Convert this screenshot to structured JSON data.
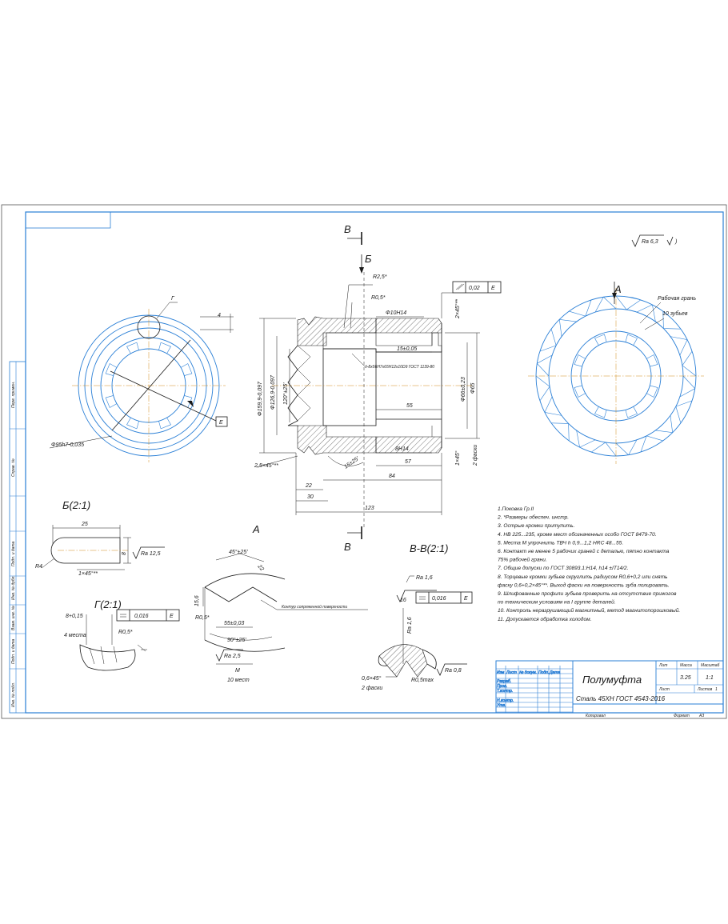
{
  "title_block": {
    "part_name": "Полумуфта",
    "material": "Сталь 45ХН ГОСТ 4543-2016",
    "header_lit": "Лит",
    "header_mass": "Масса",
    "header_scale": "Масштаб",
    "mass": "3.25",
    "scale": "1:1",
    "sheet": "Лист",
    "sheets": "Листов",
    "sheets_value": "1",
    "copied": "Копировал",
    "format": "Формат",
    "format_value": "А3",
    "rows": [
      "Изм",
      "Лист",
      "№ докум.",
      "Подп.",
      "Дата"
    ],
    "roles": [
      "Разраб.",
      "Пров.",
      "Т.контр.",
      "",
      "Н.контр.",
      "Утв."
    ]
  },
  "side_stamp": [
    "Перв. примен.",
    "Справ. №",
    "Подп. и дата",
    "Инв. № дубл.",
    "Взам. инв. №",
    "Подп. и дата",
    "Инв. № подл."
  ],
  "roughness_general": "Ra 6,3",
  "section_labels": {
    "cut_v_top": "В",
    "cut_v_bottom": "В",
    "arrow_b": "Б",
    "arrow_a": "А",
    "view_b": "Б(2:1)",
    "view_g": "Г(2:1)",
    "view_a": "А",
    "view_vv": "В-В(2:1)",
    "circle_g": "Г"
  },
  "main_dims": {
    "r25": "R2,5*",
    "r05": "R0,5*",
    "phi10": "Ф10Н14",
    "d15": "15±0,05",
    "spline": "д-8х56Н7х65Н12х10D9 ГОСТ 1139-80",
    "d55": "55",
    "d8h14": "8Н14",
    "d57": "57",
    "d84": "84",
    "d123": "123",
    "d22": "22",
    "d30": "30",
    "chamfer1": "2,5×45°**",
    "angle": "15±25'",
    "phi159": "Ф159,9-0,097",
    "phi1269": "Ф126,9-0,097",
    "d120": "120°±25'",
    "phi65": "Ф65",
    "phi66": "Ф66±0,23",
    "c2": "2×45°**",
    "c1": "1×45°",
    "two_ch": "2 фаски",
    "tol_value": "0,02",
    "tol_datum": "Е",
    "radial4": "4",
    "phi95": "Ф95h7-0,035",
    "datum_e": "Е",
    "working_face": "Рабочая грань",
    "teeth": "10 зубьев"
  },
  "view_b_dims": {
    "len": "25",
    "width": "8",
    "r4": "R4",
    "ch": "1×45°**",
    "ra": "Ra 12,5"
  },
  "view_g_dims": {
    "dim8": "8+0,15",
    "r05": "R0,5*",
    "places": "4 места",
    "tol": "0,016",
    "datum": "Е"
  },
  "view_a_dims": {
    "angle45": "45°±25'",
    "d22": "22",
    "d156": "15,6",
    "r05": "R0,5*",
    "d55": "55±0,03",
    "angle90": "90°±25'",
    "ra": "Ra 2,5",
    "m": "М",
    "places": "10 мест",
    "contact": "Контур сопряженной поверхности"
  },
  "view_vv_dims": {
    "ra16a": "Ra 1,6",
    "d16": "16",
    "ra16b": "Ra 1,6",
    "tol": "0,016",
    "datum": "Е",
    "ch": "0,6×45°",
    "two_ch": "2 фаски",
    "r05": "R0,5max",
    "ra08": "Ra 0,8"
  },
  "notes": [
    "1.Поковка Гр.II",
    "2. *Размеры обеспеч. инстр.",
    "3. Острые кромки притупить.",
    "4. НВ 225...235, кроме мест обозначенных особо ГОСТ 8479-70.",
    "5. Места М упрочнить ТВЧ h 0,9...1,2 HRC 48...55.",
    "6. Контакт не менее 5 рабочих граней с деталью, пятно контакта",
    "75% рабочей грани.",
    "7. Общие допуски по ГОСТ 30893.1:Н14, h14 ±IT14/2.",
    "8. Торцевые кромки зубьев скруглить радиусом R0,6+0,2 или снять",
    "фаску 0,6+0,2×45°**. Выход фаски на поверхность зуба полировать.",
    "9. Шлифованные профили зубьев проверить на отсутствие прижогов",
    "по техническим условиям на I группе деталей.",
    "10. Контроль неразрушающий магнитный, метод магнитопорошковый.",
    "11. Допускается обработка холодом."
  ],
  "colors": {
    "ink": "#1a1a1a",
    "frame": "#2a7fd6",
    "centerline": "#d08a1a"
  }
}
